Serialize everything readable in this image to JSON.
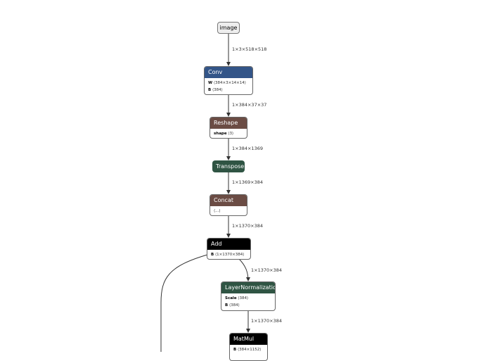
{
  "colors": {
    "layer": "#335588",
    "shape": "#6b4c44",
    "transform": "#2f5443",
    "normalization": "#2f5443",
    "black": "#000000"
  },
  "input": {
    "name": "image"
  },
  "edges": [
    "1×3×518×518",
    "1×384×37×37",
    "1×384×1369",
    "1×1369×384",
    "1×1370×384",
    "1×1370×384",
    "1×1370×384"
  ],
  "nodes": {
    "conv": {
      "title": "Conv",
      "attrs": [
        {
          "k": "W",
          "v": "⟨384×3×14×14⟩"
        },
        {
          "k": "B",
          "v": "⟨384⟩"
        }
      ]
    },
    "reshape": {
      "title": "Reshape",
      "attrs": [
        {
          "k": "shape",
          "v": "⟨3⟩"
        }
      ]
    },
    "transpose": {
      "title": "Transpose"
    },
    "concat": {
      "title": "Concat",
      "attrs": [
        {
          "k": "",
          "v": "⟨...⟩"
        }
      ]
    },
    "add": {
      "title": "Add",
      "attrs": [
        {
          "k": "B",
          "v": "⟨1×1370×384⟩"
        }
      ]
    },
    "layernorm": {
      "title": "LayerNormalization",
      "attrs": [
        {
          "k": "Scale",
          "v": "⟨384⟩"
        },
        {
          "k": "B",
          "v": "⟨384⟩"
        }
      ]
    },
    "matmul": {
      "title": "MatMul",
      "attrs": [
        {
          "k": "B",
          "v": "⟨384×1152⟩"
        }
      ]
    }
  }
}
